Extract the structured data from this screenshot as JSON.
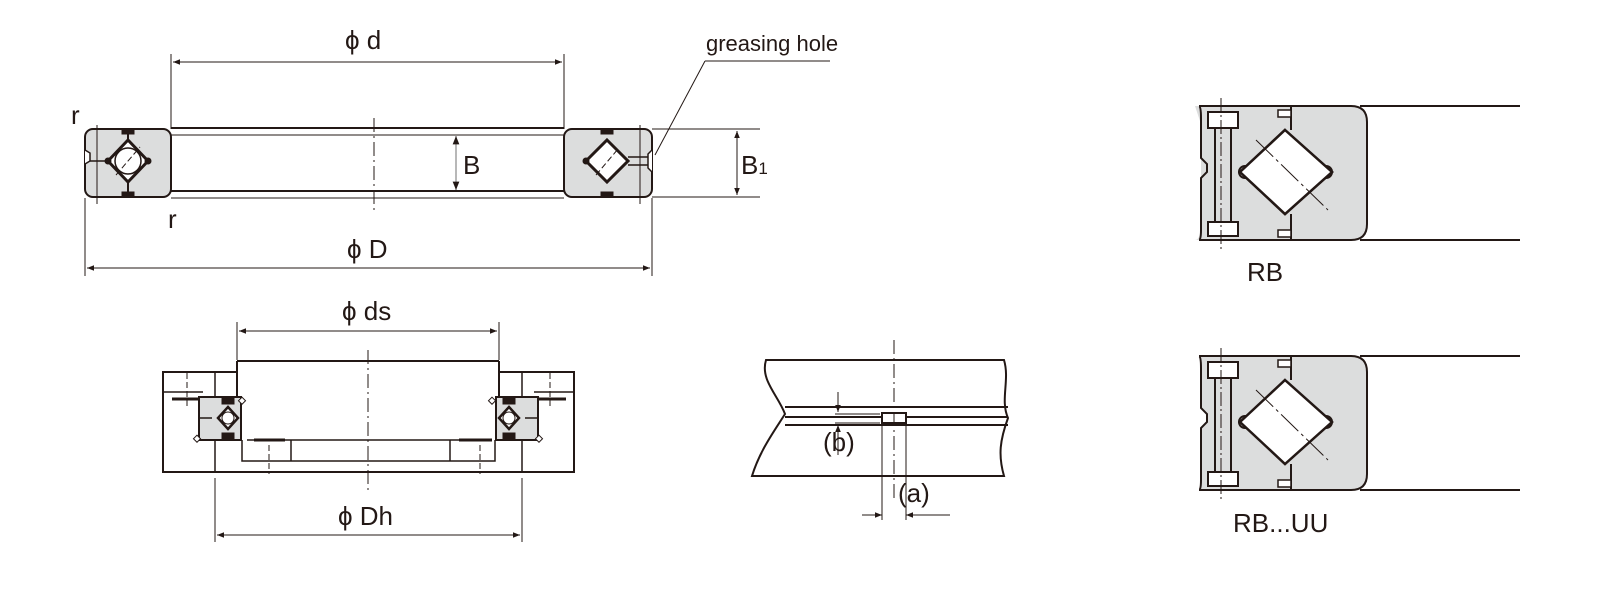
{
  "colors": {
    "line": "#231815",
    "fill": "#dcdddd",
    "background": "#ffffff"
  },
  "top_section": {
    "dim_inner_diameter": "ϕ d",
    "dim_outer_diameter": "ϕ D",
    "dim_width_inner": "B",
    "dim_width_outer": "B",
    "dim_width_outer_sub": "1",
    "chamfer_top": "r",
    "chamfer_bottom": "r",
    "greasing_callout": "greasing hole"
  },
  "mounting_section": {
    "dim_shaft_diameter": "ϕ ds",
    "dim_housing_diameter": "ϕ Dh"
  },
  "hole_detail": {
    "dim_a": "(a)",
    "dim_b": "(b)"
  },
  "variants": [
    {
      "label": "RB"
    },
    {
      "label": "RB...UU"
    }
  ]
}
